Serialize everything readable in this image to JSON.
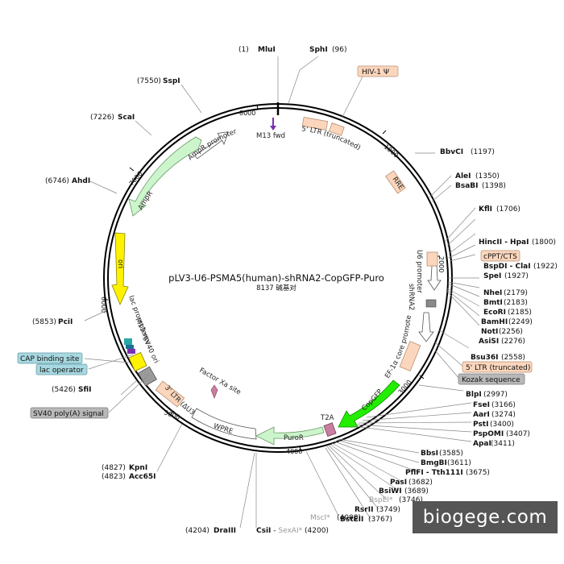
{
  "title": "pLV3-U6-PSMA5(human)-shRNA2-CopGFP-Puro",
  "subtitle": "8137 碱基对",
  "watermark": "biogege.com",
  "ticks": [
    "1000",
    "2000",
    "3000",
    "4000",
    "5000",
    "6000",
    "7000",
    "8000"
  ],
  "features": {
    "m13fwd": "M13 fwd",
    "ltr5": "5' LTR (truncated)",
    "ampr_promoter": "AmpR promoter",
    "ampr": "AmpR",
    "ori": "ori",
    "lac_promoter": "lac promoter",
    "m13rev": "M13 rev",
    "sv40ori": "SV40 ori",
    "ltr3": "3' LTR (ΔU3)",
    "wpre": "WPRE",
    "puror": "PuroR",
    "t2a": "T2A",
    "copgfp": "CopGFP",
    "ef1a": "EF-1α core promoter",
    "shrna2": "shRNA2",
    "u6": "U6 promoter",
    "rre": "RRE",
    "factorxa": "Factor Xa site"
  },
  "boxes": {
    "hiv": "HIV-1 Ψ",
    "cppt": "cPPT/CTS",
    "ltr5b": "5' LTR (truncated)",
    "kozak": "Kozak sequence",
    "cap": "CAP binding site",
    "lacop": "lac operator",
    "sv40pa": "SV40 poly(A) signal"
  },
  "sites": {
    "mlu_pos": "(1)",
    "mlu": "MluI",
    "sph": "SphI",
    "sph_pos": "(96)",
    "ssp_pos": "(7550)",
    "ssp": "SspI",
    "sca_pos": "(7226)",
    "sca": "ScaI",
    "ahd_pos": "(6746)",
    "ahd": "AhdI",
    "bbv": "BbvCI",
    "bbv_pos": "(1197)",
    "ale": "AleI",
    "ale_pos": "(1350)",
    "bsab": "BsaBI",
    "bsab_pos": "(1398)",
    "kfl": "KflI",
    "kfl_pos": "(1706)",
    "hinc": "HincII - HpaI",
    "hinc_pos": "(1800)",
    "bspd": "BspDI - ClaI",
    "bspd_pos": "(1922)",
    "spe": "SpeI",
    "spe_pos": "(1927)",
    "nhe": "NheI",
    "nhe_pos": "(2179)",
    "bmt": "BmtI",
    "bmt_pos": "(2183)",
    "eco": "EcoRI",
    "eco_pos": "(2185)",
    "bam": "BamHI",
    "bam_pos": "(2249)",
    "not": "NotI",
    "not_pos": "(2256)",
    "asis": "AsiSI",
    "asis_pos": "(2276)",
    "bsu": "Bsu36I",
    "bsu_pos": "(2558)",
    "blp": "BlpI",
    "blp_pos": "(2997)",
    "fse": "FseI",
    "fse_pos": "(3166)",
    "aar": "AarI",
    "aar_pos": "(3274)",
    "pst": "PstI",
    "pst_pos": "(3400)",
    "psp": "PspOMI",
    "psp_pos": "(3407)",
    "apa": "ApaI",
    "apa_pos": "(3411)",
    "bbs": "BbsI",
    "bbs_pos": "(3585)",
    "bmg": "BmgBI",
    "bmg_pos": "(3611)",
    "pfl": "PflFI - Tth111I",
    "pfl_pos": "(3675)",
    "pas": "PasI",
    "pas_pos": "(3682)",
    "bsiw": "BsiWI",
    "bsiw_pos": "(3689)",
    "bspe": "BspEI*",
    "bspe_pos": "(3746)",
    "rsr": "RsrII",
    "rsr_pos": "(3749)",
    "bste": "BstEII",
    "bste_pos": "(3767)",
    "msc": "MscI*",
    "msc_pos": "(4008)",
    "csi": "CsiI",
    "csi_sep": " - ",
    "sexa": "SexAI*",
    "sexa_pos": "(4200)",
    "dra_pos": "(4204)",
    "dra": "DraIII",
    "kpn_pos": "(4827)",
    "kpn": "KpnI",
    "acc_pos": "(4823)",
    "acc": "Acc65I",
    "sfi_pos": "(5426)",
    "sfi": "SfiI",
    "pci_pos": "(5853)",
    "pci": "PciI"
  }
}
